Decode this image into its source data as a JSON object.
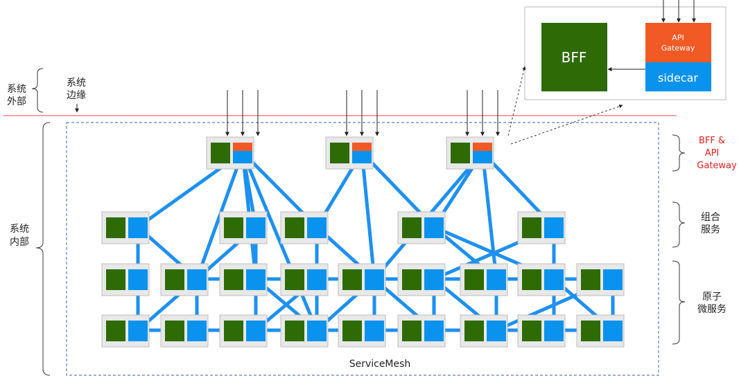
{
  "labels": {
    "outside": [
      "系统",
      "外部"
    ],
    "edge": [
      "系统",
      "边缘"
    ],
    "inside": [
      "系统",
      "内部"
    ],
    "bff_gateway": [
      "BFF &",
      "API",
      "Gateway"
    ],
    "composite": [
      "组合",
      "服务"
    ],
    "atomic": [
      "原子",
      "微服务"
    ],
    "mesh": "ServiceMesh"
  },
  "detail": {
    "bff": "BFF",
    "gateway": [
      "API",
      "Gateway"
    ],
    "sidecar": "sidecar"
  },
  "colors": {
    "service": "#2e6b05",
    "sidecar": "#0a93ee",
    "gateway": "#f15a24",
    "line": "#1e90f0",
    "highlight": "#e8211f",
    "boundary": "#ef6b6b",
    "mesh_border": "#5b7fb8"
  }
}
